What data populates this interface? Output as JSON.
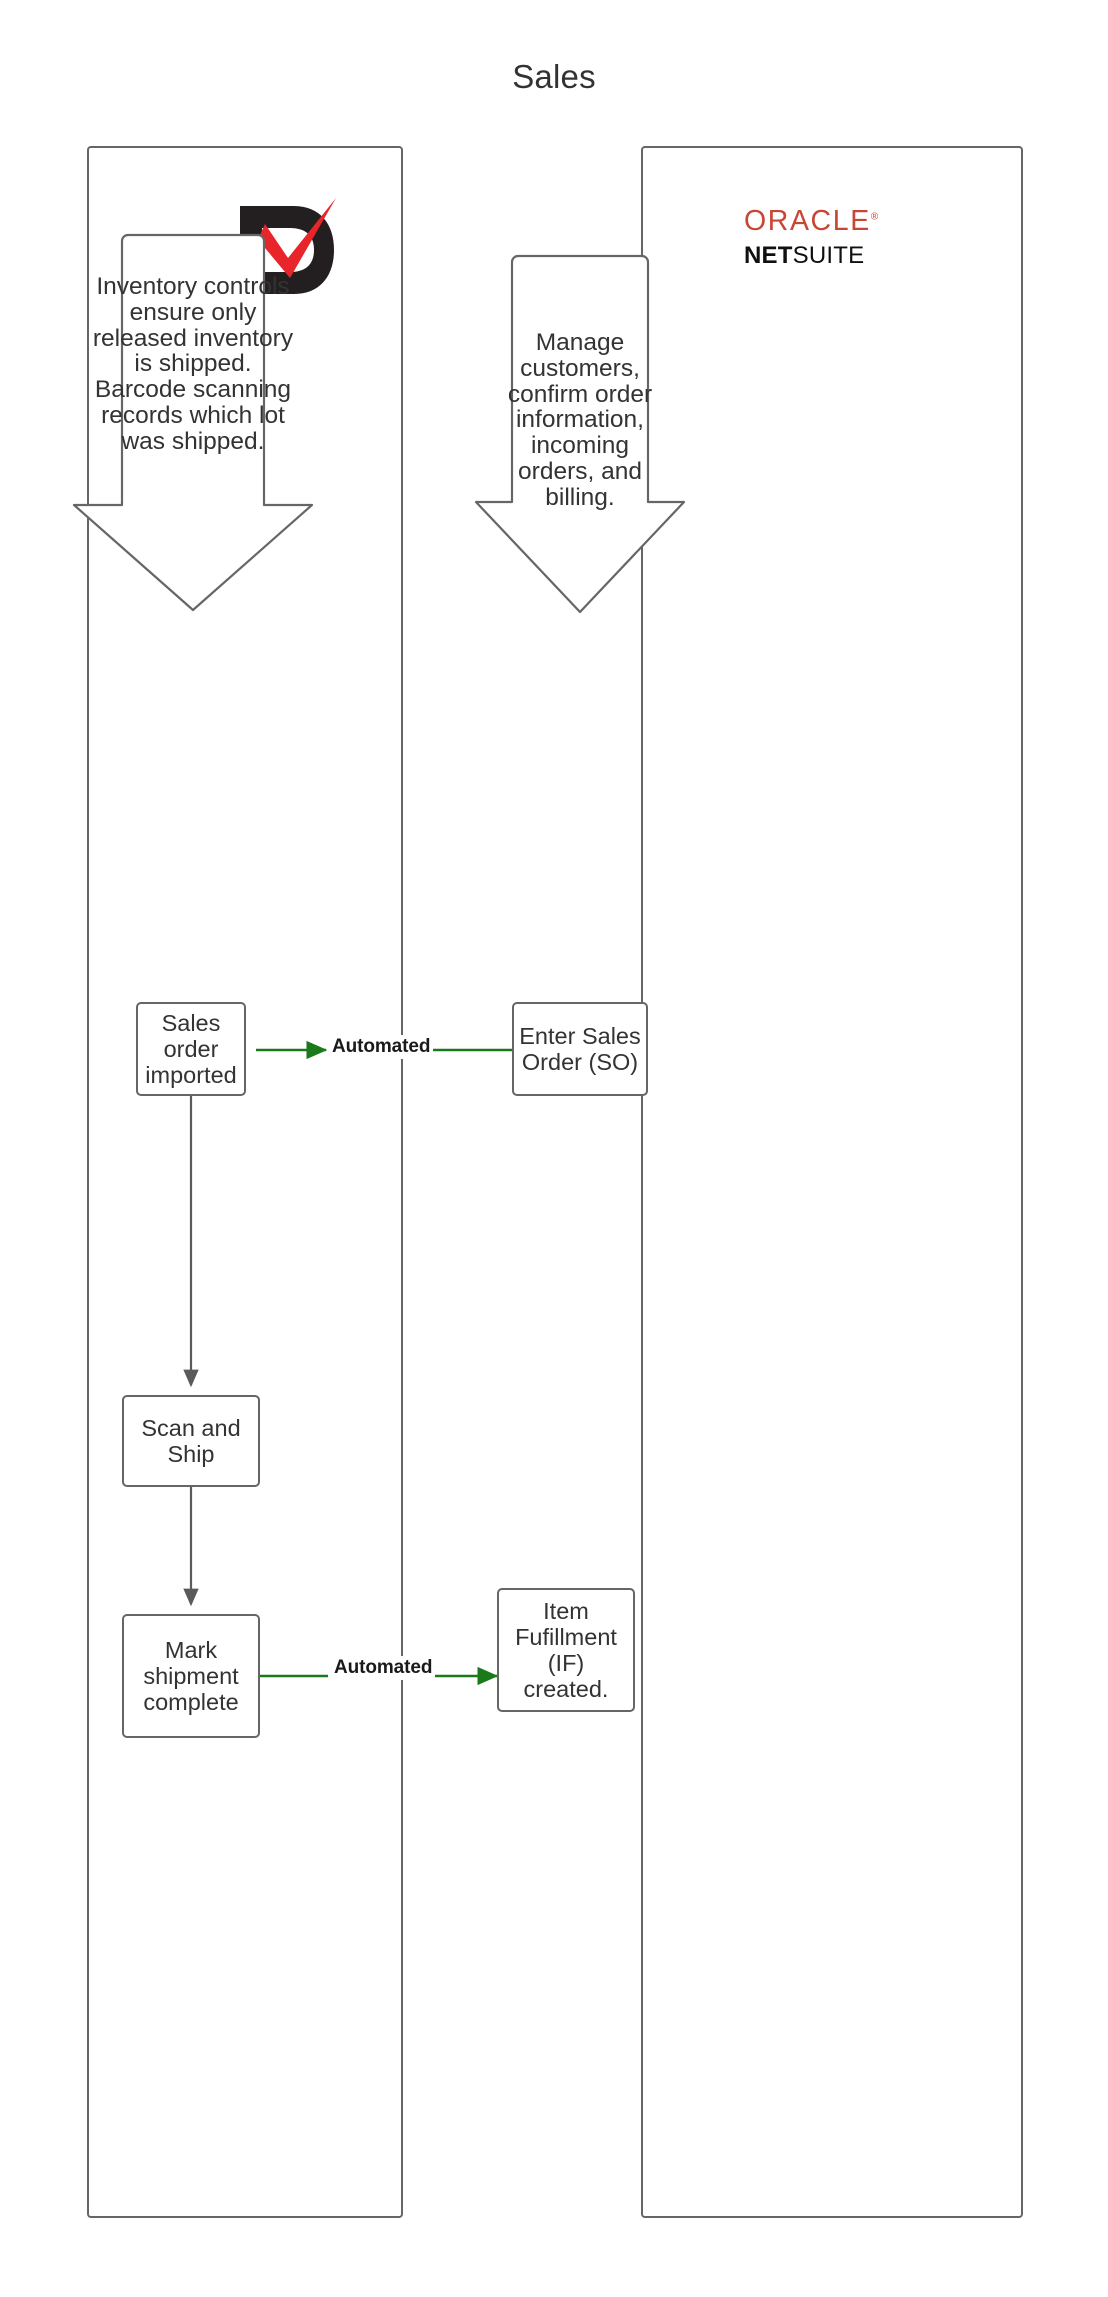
{
  "diagram": {
    "title": "Sales",
    "type": "swimlane-flowchart",
    "accent_colors": {
      "lane_border": "#666666",
      "box_border": "#666666",
      "text": "#333333",
      "automated_arrow": "#1a7a1a",
      "connector": "#5a5a5a",
      "oracle_red": "#C74634",
      "deacom_dark": "#231F20",
      "deacom_red": "#E8252A"
    }
  },
  "lanes": [
    {
      "id": "deacom",
      "logo_name": "deacom-logo",
      "callout": {
        "text": "Inventory controls ensure only released inventory is shipped. Barcode scanning records which lot was shipped."
      },
      "boxes": [
        {
          "id": "sales-order-imported",
          "label": "Sales order imported"
        },
        {
          "id": "scan-and-ship",
          "label": "Scan and Ship"
        },
        {
          "id": "mark-shipment-complete",
          "label": "Mark shipment complete"
        }
      ]
    },
    {
      "id": "netsuite",
      "logo": {
        "oracle": "ORACLE",
        "registered": "®",
        "net": "NET",
        "suite": "SUITE"
      },
      "callout": {
        "text": "Manage customers, confirm order information, incoming orders, and billing."
      },
      "boxes": [
        {
          "id": "enter-sales-order",
          "label": "Enter Sales Order (SO)"
        },
        {
          "id": "item-fulfillment-created",
          "label": "Item Fufillment (IF) created."
        }
      ]
    }
  ],
  "connectors": [
    {
      "id": "so-automated-import",
      "label": "Automated",
      "from": "enter-sales-order",
      "to": "sales-order-imported",
      "direction": "right-to-left",
      "style": "automated"
    },
    {
      "id": "imported-to-scan",
      "label": "",
      "from": "sales-order-imported",
      "to": "scan-and-ship",
      "direction": "down",
      "style": "internal"
    },
    {
      "id": "scan-to-mark",
      "label": "",
      "from": "scan-and-ship",
      "to": "mark-shipment-complete",
      "direction": "down",
      "style": "internal"
    },
    {
      "id": "mark-automated-if",
      "label": "Automated",
      "from": "mark-shipment-complete",
      "to": "item-fulfillment-created",
      "direction": "left-to-right",
      "style": "automated"
    }
  ]
}
